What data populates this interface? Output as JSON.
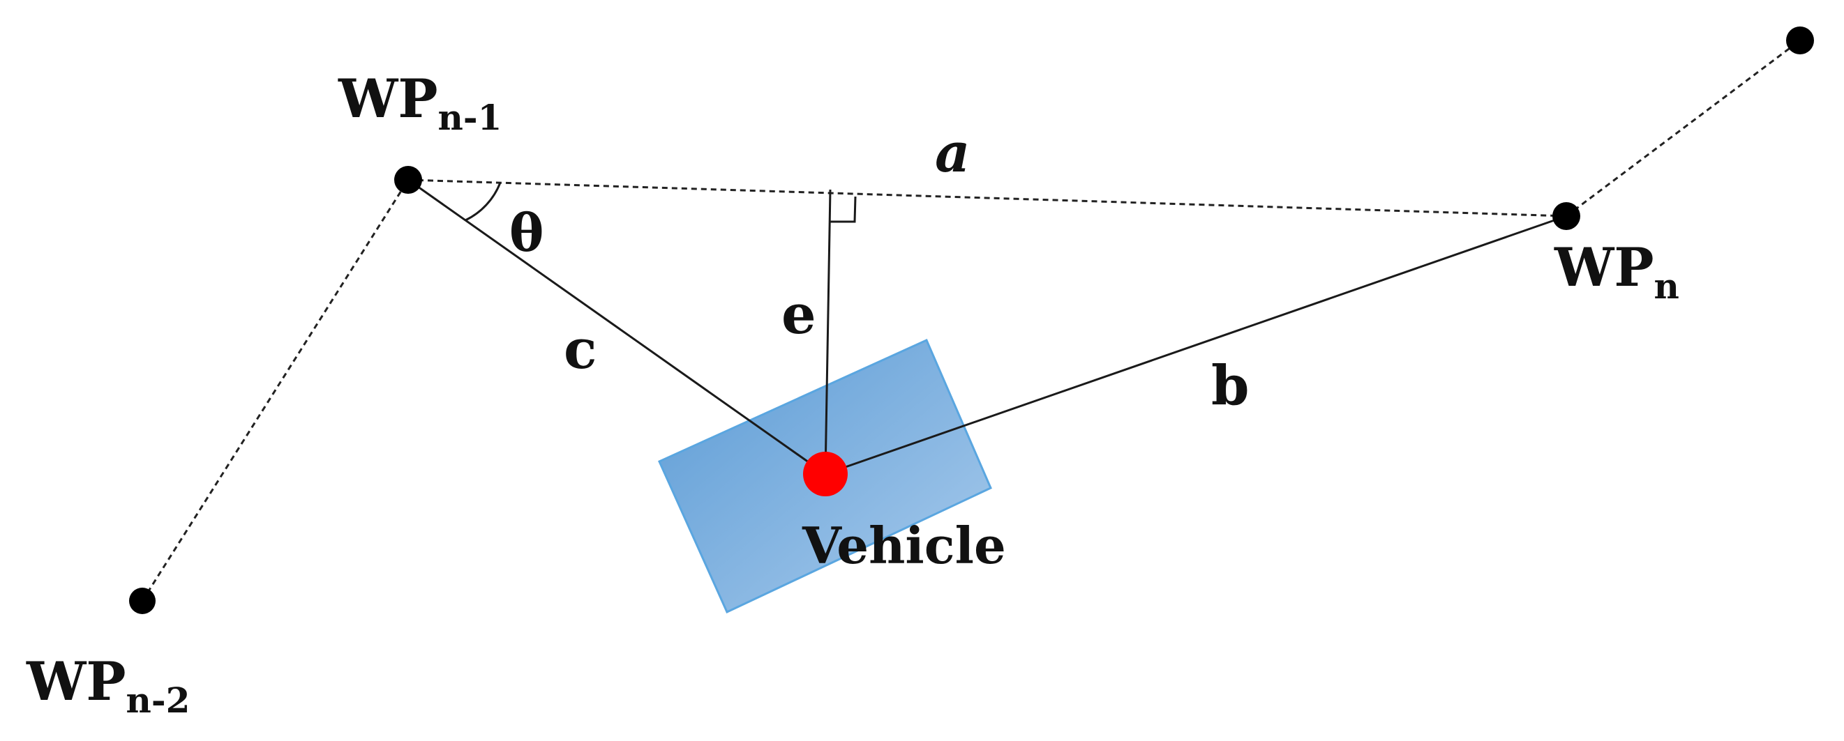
{
  "diagram": {
    "waypoints": {
      "wp_n_minus_2": {
        "base": "WP",
        "sub": "n-2"
      },
      "wp_n_minus_1": {
        "base": "WP",
        "sub": "n-1"
      },
      "wp_n": {
        "base": "WP",
        "sub": "n"
      }
    },
    "vehicle": {
      "label": "Vehicle"
    },
    "segments": {
      "a": "a",
      "b": "b",
      "c": "c",
      "e": "e"
    },
    "angle": "θ",
    "colors": {
      "vehicle_body": "#6aa5dc",
      "vehicle_point": "#ff0000",
      "waypoint": "#000000",
      "line": "#1a1a1a"
    }
  }
}
